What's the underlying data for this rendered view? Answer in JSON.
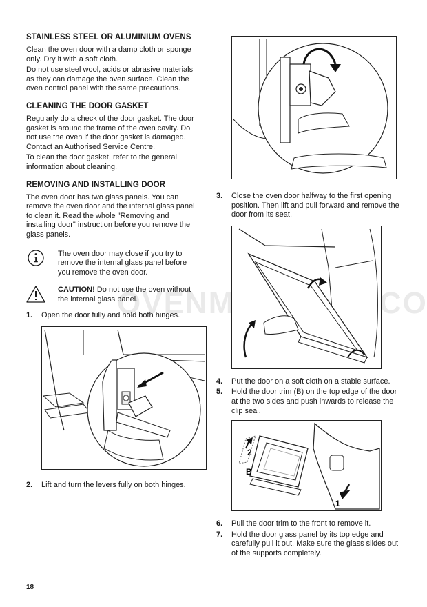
{
  "sections": {
    "stainless": {
      "heading": "STAINLESS STEEL OR ALUMINIUM OVENS",
      "p1": "Clean the oven door with a damp cloth or sponge only. Dry it with a soft cloth.",
      "p2": "Do not use steel wool, acids or abrasive materials as they can damage the oven surface. Clean the oven control panel with the same precautions."
    },
    "gasket": {
      "heading": "CLEANING THE DOOR GASKET",
      "p1": "Regularly do a check of the door gasket. The door gasket is around the frame of the oven cavity. Do not use the oven if the door gasket is damaged. Contact an Authorised Service Centre.",
      "p2": "To clean the door gasket, refer to the general information about cleaning."
    },
    "removing": {
      "heading": "REMOVING AND INSTALLING DOOR",
      "p1": "The oven door has two glass panels. You can remove the oven door and the internal glass panel to clean it. Read the whole \"Removing and installing door\" instruction before you remove the glass panels."
    }
  },
  "info_note": "The oven door may close if you try to remove the internal glass panel before you remove the oven door.",
  "caution": {
    "label": "CAUTION!",
    "text": " Do not use the oven without the internal glass panel."
  },
  "steps": [
    {
      "num": "1.",
      "text": "Open the door fully and hold both hinges."
    },
    {
      "num": "2.",
      "text": "Lift and turn the levers fully on both hinges."
    },
    {
      "num": "3.",
      "text": "Close the oven door halfway to the first opening position. Then lift and pull forward and remove the door from its seat."
    },
    {
      "num": "4.",
      "text": "Put the door on a soft cloth on a stable surface."
    },
    {
      "num": "5.",
      "text": "Hold the door trim (B) on the top edge of the door at the two sides and push inwards to release the clip seal."
    },
    {
      "num": "6.",
      "text": "Pull the door trim to the front to remove it."
    },
    {
      "num": "7.",
      "text": "Hold the door glass panel by its top edge and carefully pull it out. Make sure the glass slides out of the supports completely."
    }
  ],
  "figure_labels": {
    "trim": "B",
    "arrow1": "1",
    "arrow2": "2"
  },
  "watermark": "OVENMANUALS.COM",
  "page_number": "18",
  "icons": {
    "info": "info-icon",
    "caution": "warning-triangle-icon"
  }
}
